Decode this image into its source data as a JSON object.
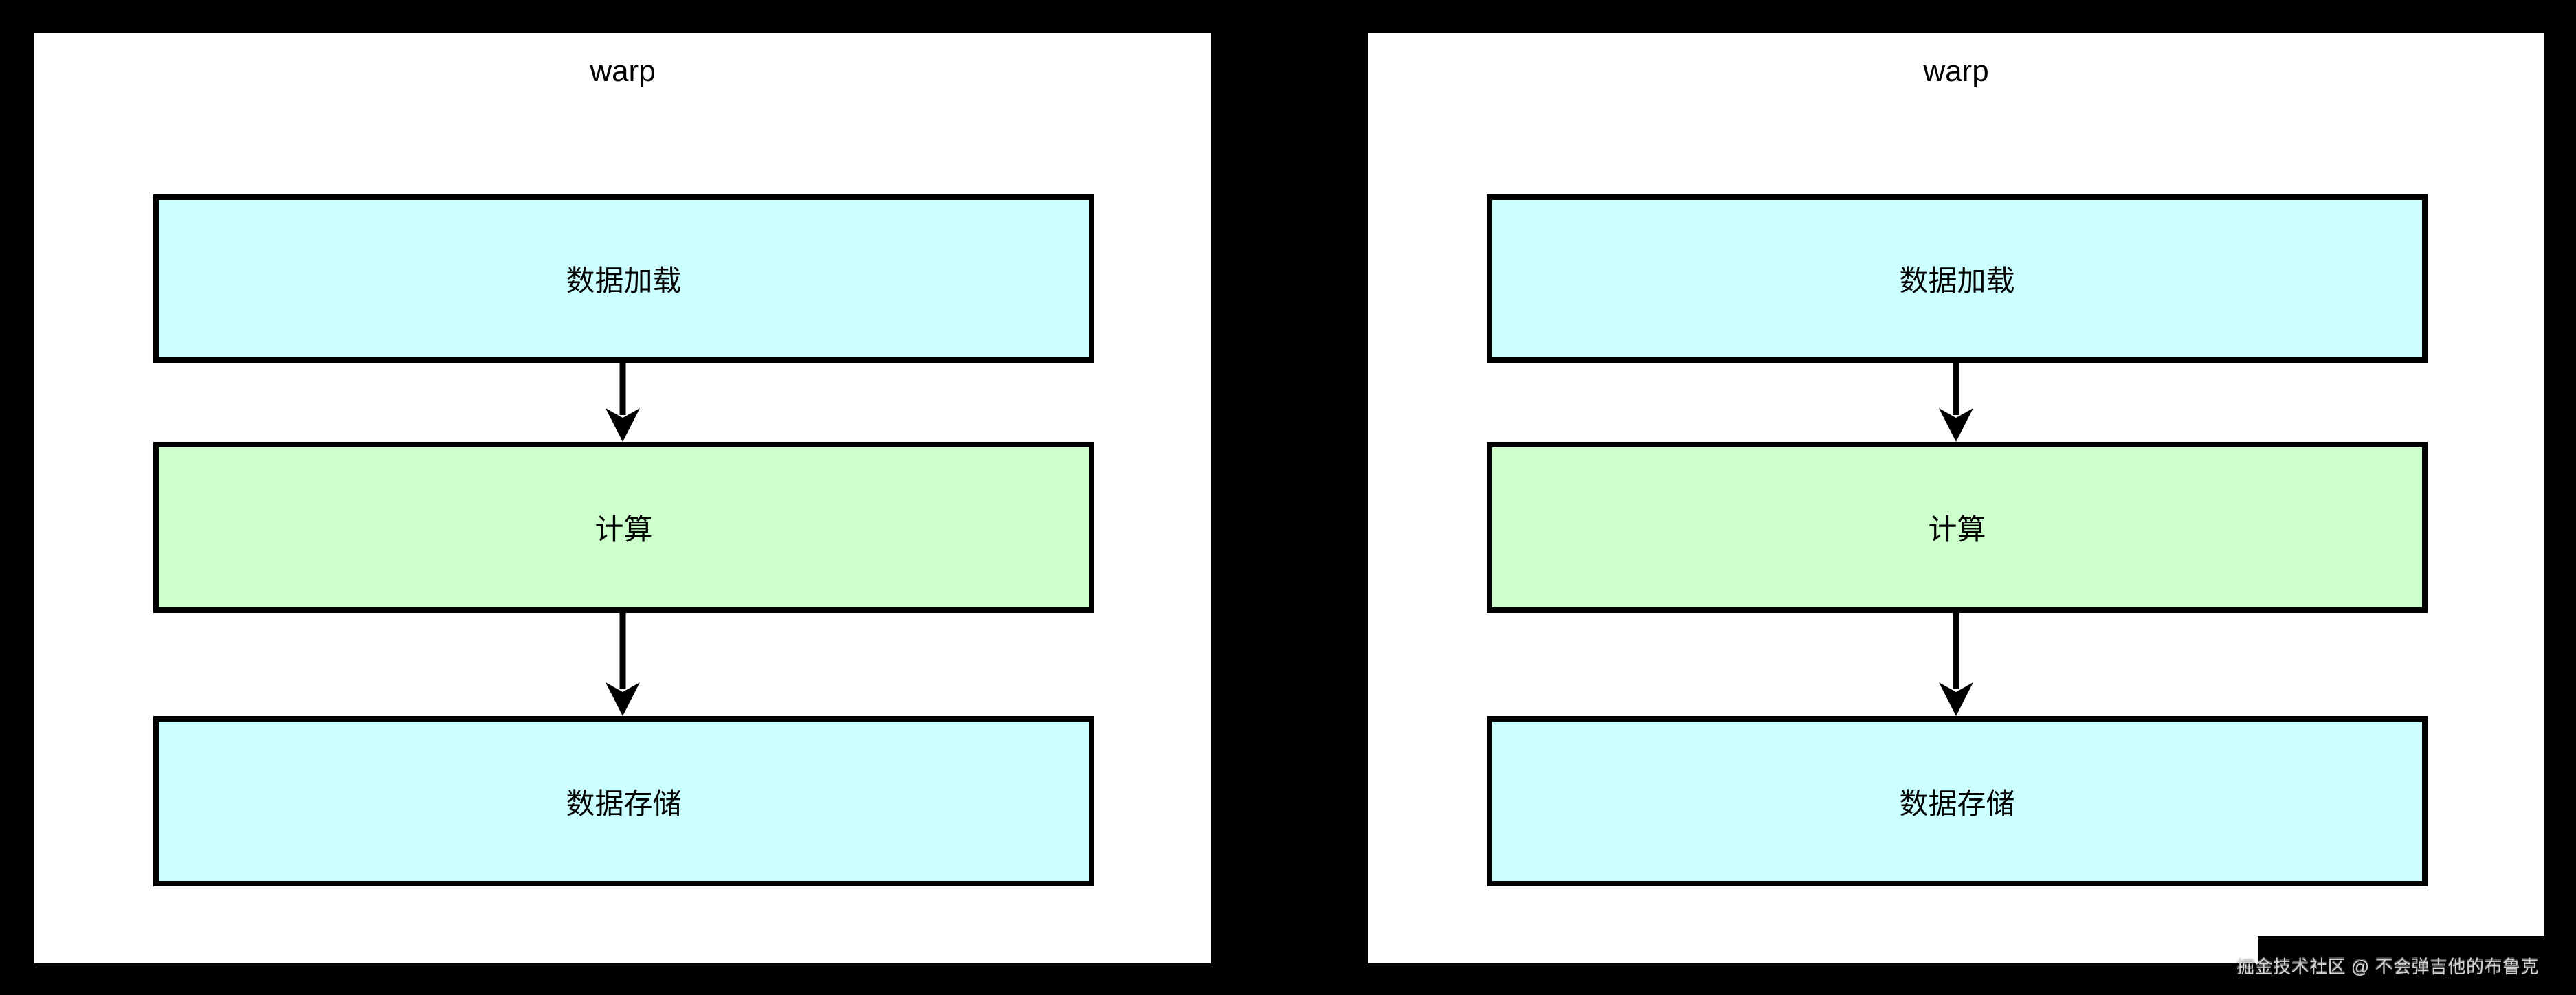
{
  "canvas": {
    "background": "#000000"
  },
  "colors": {
    "panel_background": "#ffffff",
    "node_border": "#000000",
    "node_cyan": "#ccffff",
    "node_green": "#ccffcc",
    "text": "#000000",
    "watermark_text": "#d4d4d4",
    "watermark_background": "#000000"
  },
  "panels": [
    {
      "title": "warp",
      "nodes": [
        {
          "label": "数据加载",
          "fill": "#ccffff"
        },
        {
          "label": "计算",
          "fill": "#ccffcc"
        },
        {
          "label": "数据存储",
          "fill": "#ccffff"
        }
      ]
    },
    {
      "title": "warp",
      "nodes": [
        {
          "label": "数据加载",
          "fill": "#ccffff"
        },
        {
          "label": "计算",
          "fill": "#ccffcc"
        },
        {
          "label": "数据存储",
          "fill": "#ccffff"
        }
      ]
    }
  ],
  "watermark": {
    "text": "掘金技术社区 @ 不会弹吉他的布鲁克"
  }
}
